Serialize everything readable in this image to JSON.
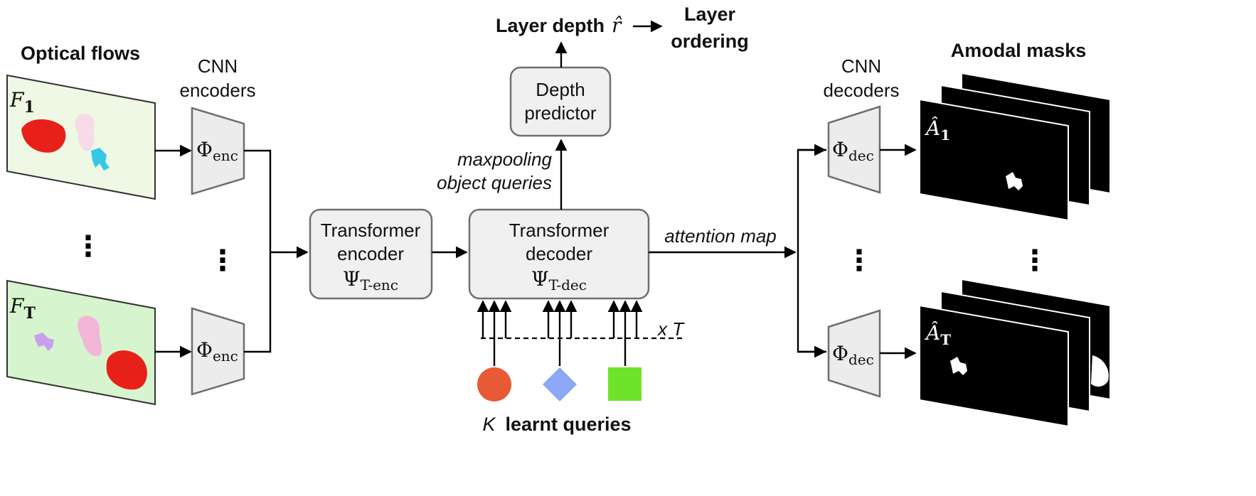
{
  "inputs": {
    "title": "Optical flows",
    "frame_first": "F",
    "frame_first_sub": "1",
    "frame_last": "F",
    "frame_last_sub": "T"
  },
  "encoders": {
    "title_line1": "CNN",
    "title_line2": "encoders",
    "symbol": "Φ",
    "sub": "enc"
  },
  "transformer_encoder": {
    "line1": "Transformer",
    "line2": "encoder",
    "symbol": "Ψ",
    "sub": "T-enc"
  },
  "transformer_decoder": {
    "line1": "Transformer",
    "line2": "decoder",
    "symbol": "Ψ",
    "sub": "T-dec"
  },
  "depth_predictor": {
    "line1": "Depth",
    "line2": "predictor"
  },
  "annotations": {
    "maxpool_line1": "maxpooling",
    "maxpool_line2": "object queries",
    "attention_map": "attention map",
    "repeat": "x T"
  },
  "outputs": {
    "layer_depth": "Layer depth",
    "layer_depth_symbol": "r̂",
    "layer_ordering_line1": "Layer",
    "layer_ordering_line2": "ordering"
  },
  "queries": {
    "label_k": "K",
    "label_rest": "learnt queries",
    "colors": {
      "circle": "#e85a35",
      "diamond": "#8aa8f5",
      "square": "#6fe22a"
    },
    "icons": [
      "circle-icon",
      "diamond-icon",
      "square-icon"
    ]
  },
  "decoders": {
    "title_line1": "CNN",
    "title_line2": "decoders",
    "symbol": "Φ",
    "sub": "dec"
  },
  "masks": {
    "title": "Amodal masks",
    "mask_first": "Â",
    "mask_first_sub": "1",
    "mask_last": "Â",
    "mask_last_sub": "T"
  },
  "ellipsis": "⋮",
  "colors": {
    "flow_bg_top": "#eef8e4",
    "flow_bg_bottom": "#d6f5cf",
    "blob_red": "#e8201a",
    "blob_pink": "#f3b6d8",
    "blob_cyan": "#35c7e8",
    "blob_violet": "#c9a0ef",
    "box_fill": "#f0f0f0",
    "box_stroke": "#6f6f6f"
  }
}
